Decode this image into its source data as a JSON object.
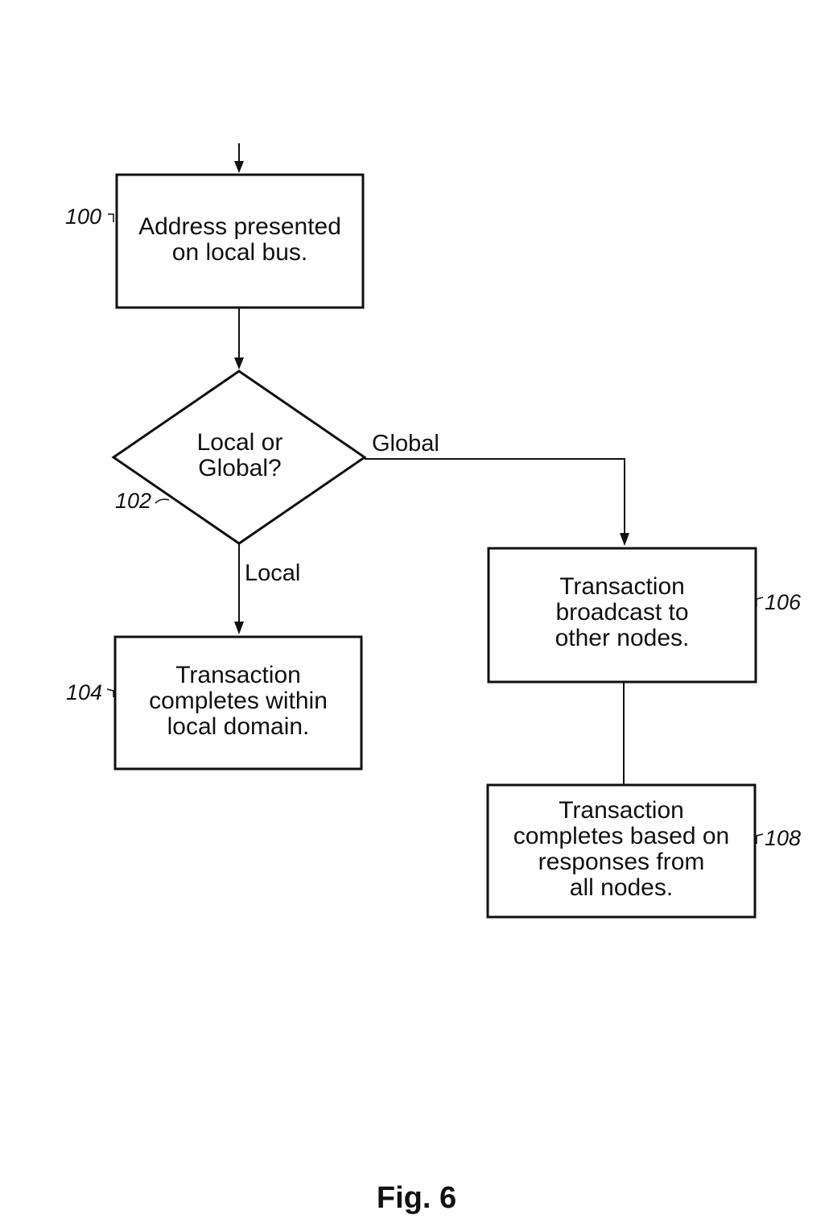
{
  "steps": {
    "s100": {
      "ref": "100",
      "lines": [
        "Address presented",
        "on local bus."
      ]
    },
    "s102": {
      "ref": "102",
      "lines": [
        "Local or",
        "Global?"
      ]
    },
    "s104": {
      "ref": "104",
      "lines": [
        "Transaction",
        "completes within",
        "local domain."
      ]
    },
    "s106": {
      "ref": "106",
      "lines": [
        "Transaction",
        "broadcast to",
        "other nodes."
      ]
    },
    "s108": {
      "ref": "108",
      "lines": [
        "Transaction",
        "completes based on",
        "responses from",
        "all nodes."
      ]
    }
  },
  "edges": {
    "global_label": "Global",
    "local_label": "Local"
  },
  "figure": {
    "title": "Fig. 6"
  }
}
